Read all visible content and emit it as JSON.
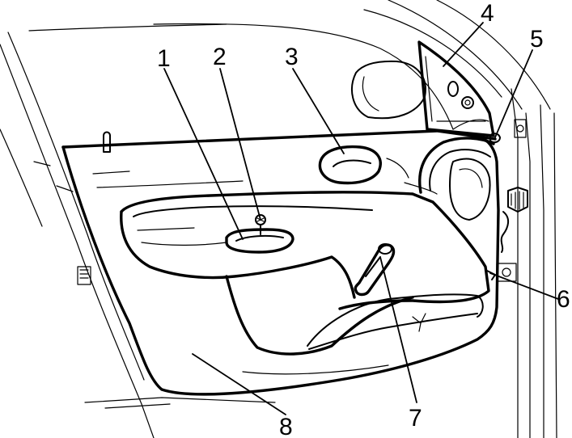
{
  "figure": {
    "subject": "front-door-trim-panel",
    "callouts": [
      {
        "id": "1",
        "label": "1"
      },
      {
        "id": "2",
        "label": "2"
      },
      {
        "id": "3",
        "label": "3"
      },
      {
        "id": "4",
        "label": "4"
      },
      {
        "id": "5",
        "label": "5"
      },
      {
        "id": "6",
        "label": "6"
      },
      {
        "id": "7",
        "label": "7"
      },
      {
        "id": "8",
        "label": "8"
      }
    ]
  }
}
